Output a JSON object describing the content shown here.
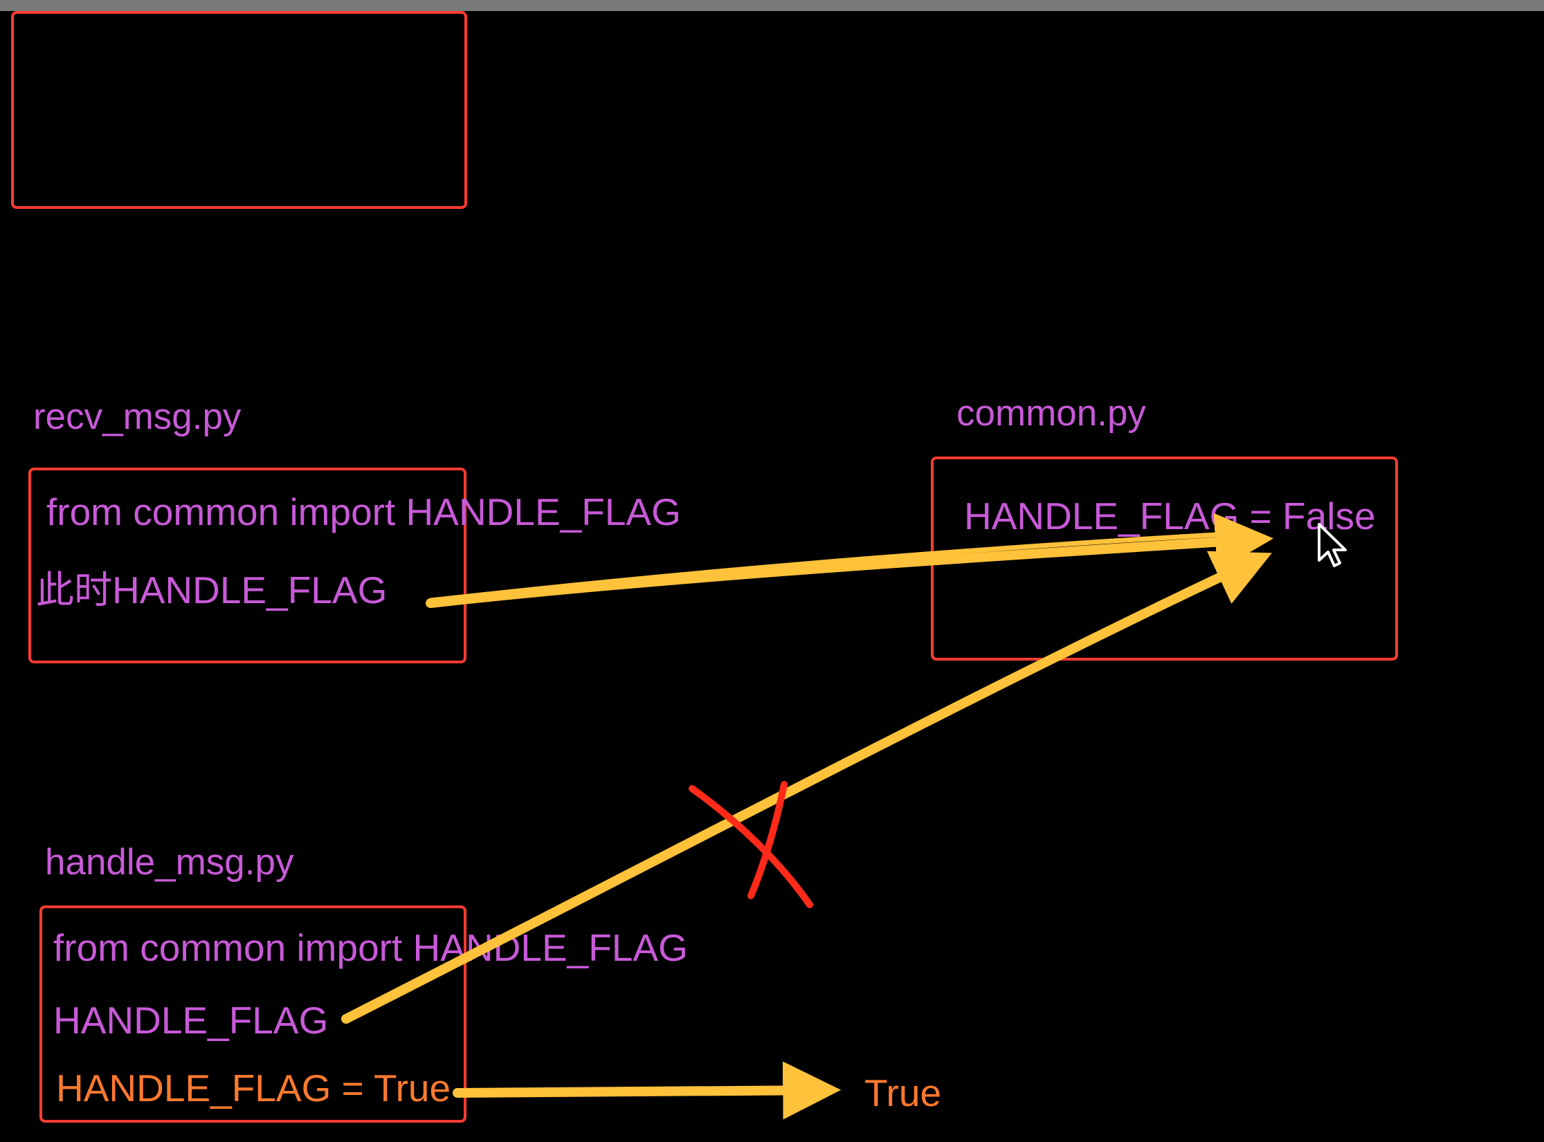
{
  "window": {
    "tabs": [
      "",
      "",
      ""
    ]
  },
  "recv_msg": {
    "filename": "recv_msg.py",
    "line1": "from common import HANDLE_FLAG",
    "line2": "此时HANDLE_FLAG"
  },
  "common": {
    "filename": "common.py",
    "line1": "HANDLE_FLAG = False"
  },
  "handle_msg": {
    "filename": "handle_msg.py",
    "line1": "from common import HANDLE_FLAG",
    "line2": "HANDLE_FLAG",
    "line3": "HANDLE_FLAG = True"
  },
  "result": {
    "value": "True"
  },
  "colors": {
    "box_border": "#ff3b30",
    "text_purple": "#c85ad8",
    "text_orange": "#ff7a2e",
    "arrow": "#ffc23a",
    "cross": "#ff2a1a"
  },
  "icons": [
    "mouse-cursor-icon",
    "cross-mark-icon"
  ]
}
